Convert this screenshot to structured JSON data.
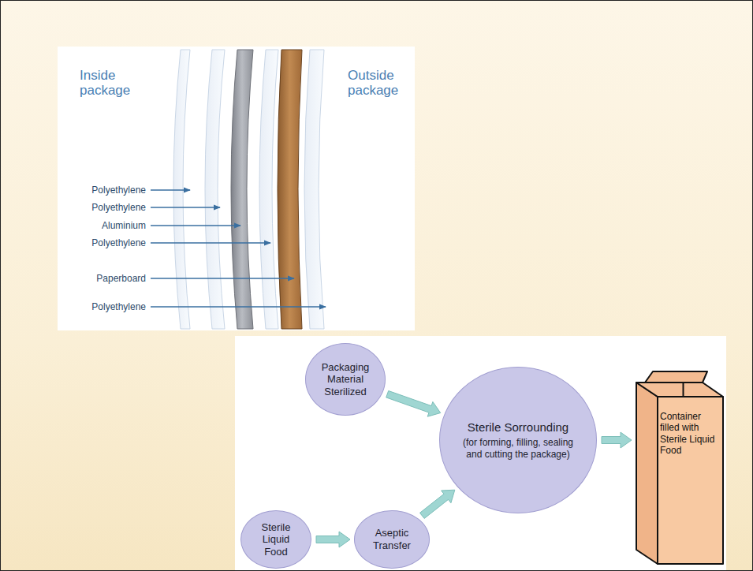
{
  "diagram": {
    "nodes": [
      {
        "text": [
          "Packaging Material Sterilized"
        ]
      },
      {
        "text": [
          "Sterile Sorrounding",
          "(for forming, filling, sealing and cutting the package)"
        ]
      },
      {
        "text": [
          "Container filled with Sterile Liquid Food"
        ]
      },
      {
        "text": [
          "Sterile Liquid Food"
        ]
      },
      {
        "text": [
          "Aseptic Transfer"
        ]
      }
    ],
    "edges": [
      {
        "from": 0,
        "to": 1,
        "arrow": "to"
      },
      {
        "from": 3,
        "to": 4,
        "arrow": "to"
      },
      {
        "from": 4,
        "to": 1,
        "arrow": "to"
      },
      {
        "from": 1,
        "to": 2,
        "arrow": "to"
      }
    ],
    "labels": [
      "Inside package",
      "Outside package",
      "Polyethylene",
      "Polyethylene",
      "Aluminium",
      "Polyethylene",
      "Paperboard",
      "Polyethylene"
    ]
  }
}
